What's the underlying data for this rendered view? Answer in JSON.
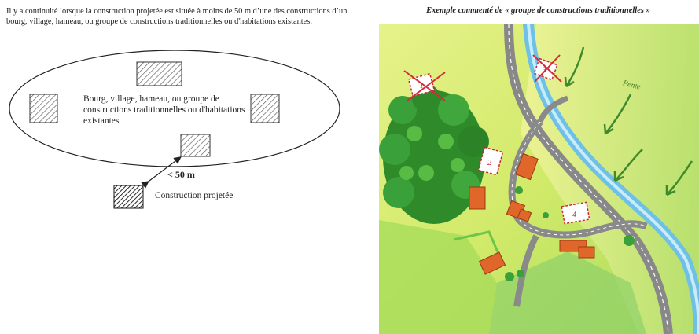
{
  "intro_text": "Il y a continuité lorsque la construction projetée est située à moins de 50 m d’une des constructions d’un bourg, village, hameau, ou groupe de constructions traditionnelles ou d'habitations existantes.",
  "diagram": {
    "ellipse_label": "Bourg, village, hameau, ou groupe de constructions traditionnelles ou d'habitations existantes",
    "distance_label": "< 50 m",
    "projected_label": "Construction projetée"
  },
  "map": {
    "title": "Exemple commenté de « groupe de constructions traditionnelles »",
    "slope_label": "Pente",
    "parcel_numbers": [
      "1",
      "2",
      "3",
      "4"
    ],
    "colors": {
      "forest": "#3f9a2c",
      "meadow": "#cfe86a",
      "river": "#7ec8ea",
      "road": "#9a9a9a",
      "house": "#e0662a",
      "parcel": "#c8283a"
    }
  }
}
